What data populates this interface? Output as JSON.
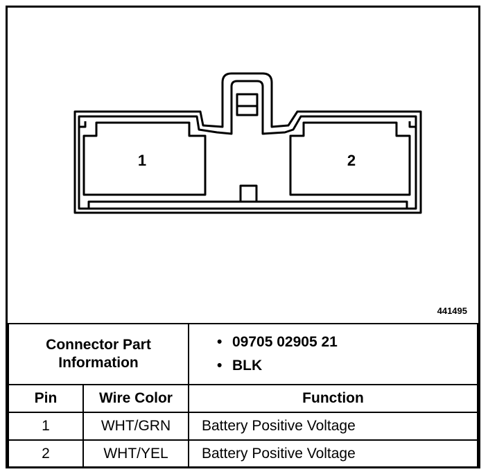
{
  "figure_id": "441495",
  "cavity_labels": [
    "1",
    "2"
  ],
  "part_info": {
    "label_line1": "Connector Part",
    "label_line2": "Information",
    "items": [
      "09705 02905 21",
      "BLK"
    ],
    "bullet": "•"
  },
  "table": {
    "headers": {
      "pin": "Pin",
      "wire_color": "Wire Color",
      "function": "Function"
    },
    "rows": [
      {
        "pin": "1",
        "wire_color": "WHT/GRN",
        "function": "Battery Positive Voltage"
      },
      {
        "pin": "2",
        "wire_color": "WHT/YEL",
        "function": "Battery Positive Voltage"
      }
    ]
  }
}
